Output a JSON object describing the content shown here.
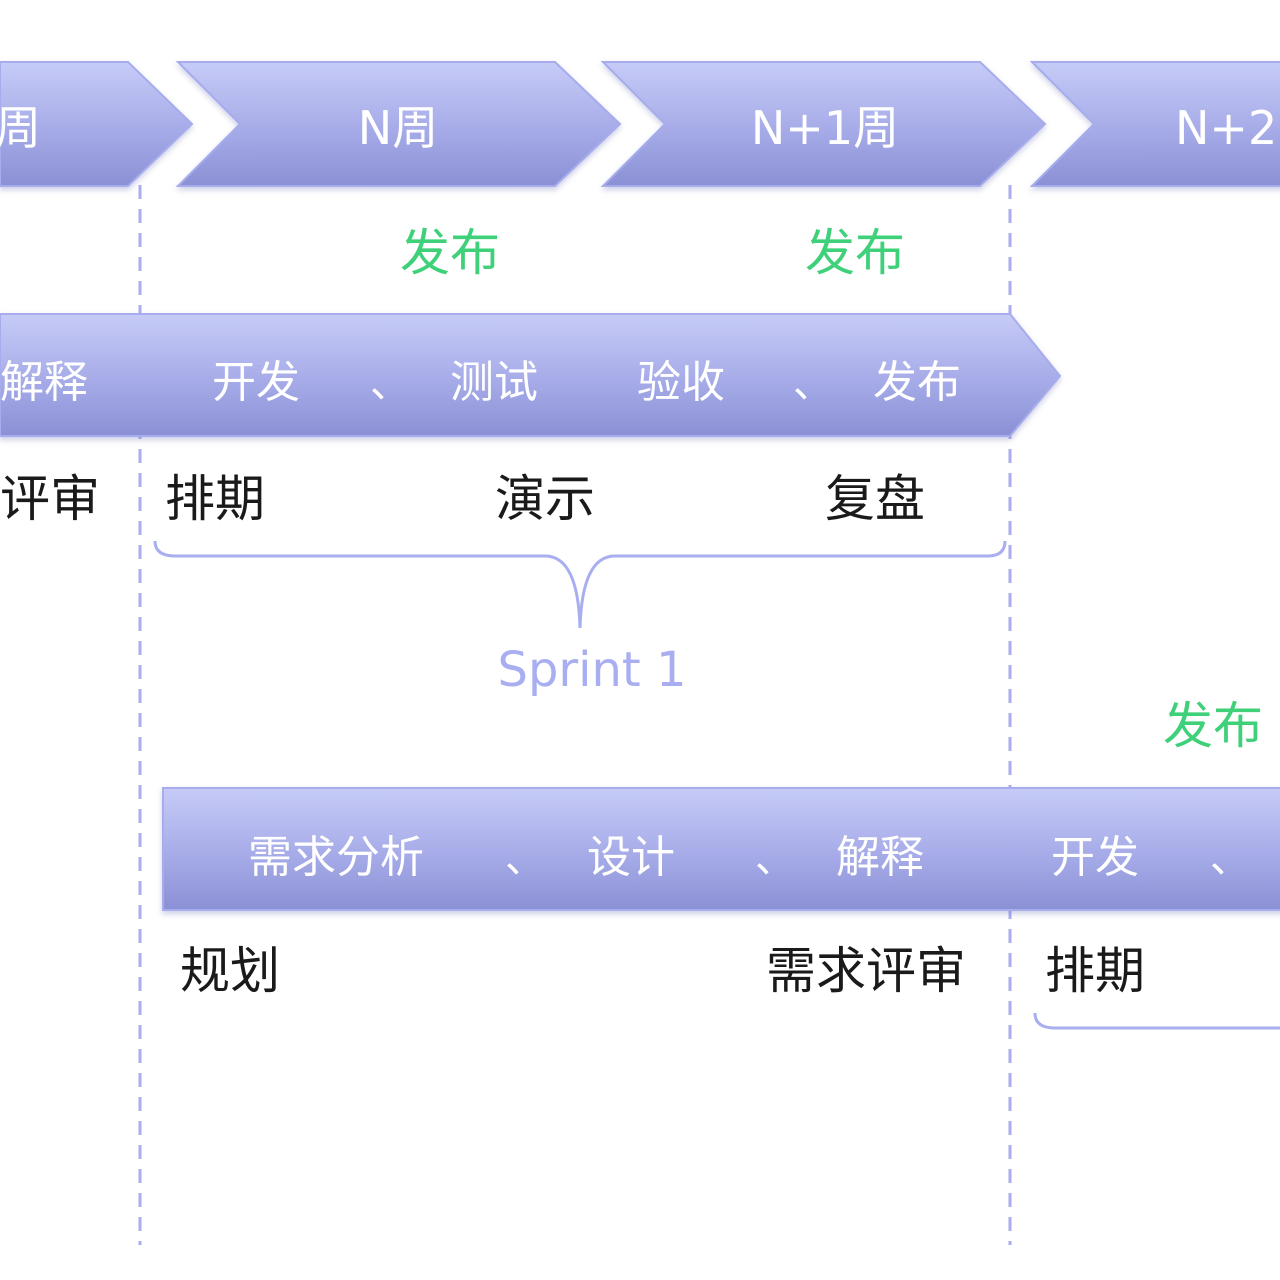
{
  "weeks": [
    {
      "label": "周"
    },
    {
      "label": "N周"
    },
    {
      "label": "N+1周"
    },
    {
      "label": "N+2"
    }
  ],
  "releases": [
    "发布",
    "发布",
    "发布"
  ],
  "sprint1": {
    "left_fragment": "解释",
    "steps": [
      "开发",
      "、",
      "测试",
      "验收",
      "、",
      "发布"
    ],
    "events": [
      "评审",
      "排期",
      "演示",
      "复盘"
    ],
    "name": "Sprint 1"
  },
  "sprint2": {
    "steps": [
      "需求分析",
      "、",
      "设计",
      "、",
      "解释",
      "开发",
      "、"
    ],
    "events": [
      "规划",
      "需求评审",
      "排期"
    ]
  },
  "colors": {
    "bar_top": "#c3c8f6",
    "bar_bottom": "#8c92d6",
    "bar_edge": "#a6acec",
    "dash_line": "#a9aef0",
    "release_text": "#3fd07a",
    "sprint_text": "#a9aef0"
  }
}
